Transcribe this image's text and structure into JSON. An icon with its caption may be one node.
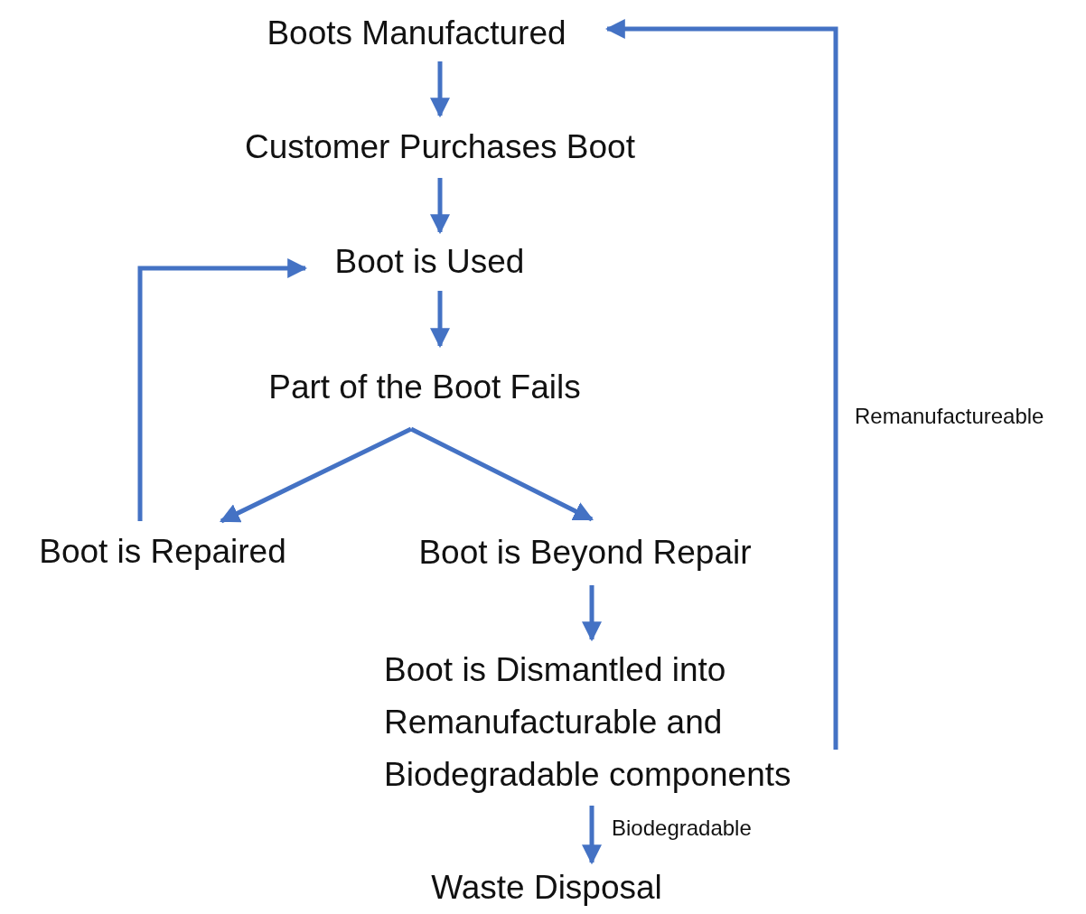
{
  "diagram": {
    "nodes": [
      {
        "text": [
          "Boots Manufactured"
        ]
      },
      {
        "text": [
          "Customer Purchases Boot"
        ]
      },
      {
        "text": [
          "Boot is Used"
        ]
      },
      {
        "text": [
          "Part of the Boot Fails"
        ]
      },
      {
        "text": [
          "Boot is Repaired"
        ]
      },
      {
        "text": [
          "Boot is Beyond Repair"
        ]
      },
      {
        "text": [
          "Boot is Dismantled into Remanufacturable and Biodegradable components"
        ]
      },
      {
        "text": [
          "Waste Disposal"
        ]
      }
    ],
    "edges": [
      {
        "from": 0,
        "to": 1,
        "arrow": "to"
      },
      {
        "from": 1,
        "to": 2,
        "arrow": "to"
      },
      {
        "from": 2,
        "to": 3,
        "arrow": "to"
      },
      {
        "from": 3,
        "to": 4,
        "arrow": "to"
      },
      {
        "from": 3,
        "to": 5,
        "arrow": "to"
      },
      {
        "from": 4,
        "to": 2,
        "arrow": "to"
      },
      {
        "from": 5,
        "to": 6,
        "arrow": "to"
      },
      {
        "from": 6,
        "to": 7,
        "arrow": "to",
        "label": "Biodegradable"
      },
      {
        "from": 6,
        "to": 0,
        "arrow": "to",
        "label": "Remanufactureable"
      }
    ]
  }
}
